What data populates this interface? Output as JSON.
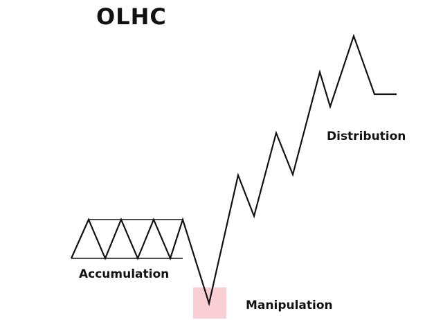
{
  "title": "OLHC",
  "phases": {
    "accumulation": "Accumulation",
    "manipulation": "Manipulation",
    "distribution": "Distribution"
  },
  "colors": {
    "line": "#111111",
    "manipulation_zone": "#f9cfd4",
    "text": "#111111",
    "background": "#ffffff"
  }
}
